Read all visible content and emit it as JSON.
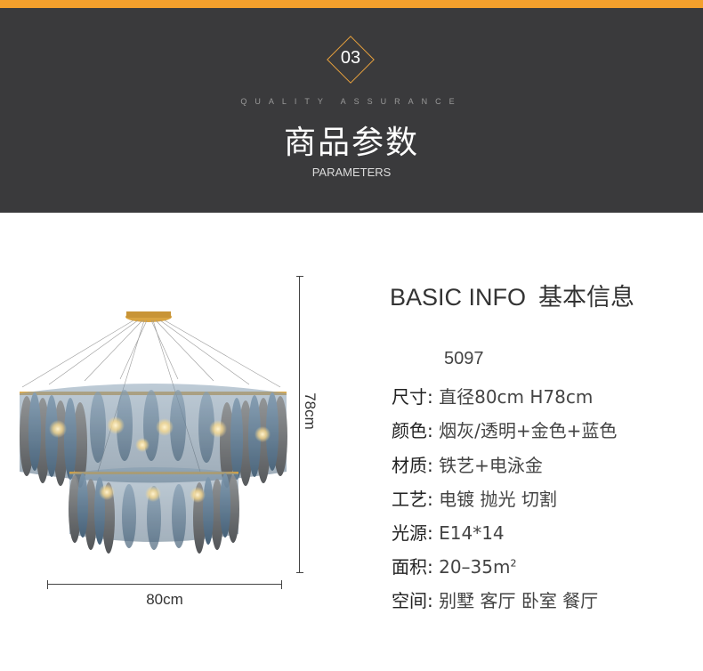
{
  "header": {
    "badge_number": "03",
    "quality_label": "QUALITY ASSURANCE",
    "title": "商品参数",
    "subtitle": "PARAMETERS"
  },
  "dimensions": {
    "height_label": "78cm",
    "width_label": "80cm"
  },
  "info": {
    "title_en": "BASIC INFO",
    "title_zh": "基本信息",
    "model": "5097",
    "specs": [
      {
        "key": "尺寸:",
        "value": "直径80cm H78cm"
      },
      {
        "key": "颜色:",
        "value": "烟灰/透明+金色+蓝色"
      },
      {
        "key": "材质:",
        "value": "铁艺+电泳金"
      },
      {
        "key": "工艺:",
        "value": "电镀 抛光 切割"
      },
      {
        "key": "光源:",
        "value": "E14*14"
      },
      {
        "key": "面积:",
        "value": "20–35m"
      },
      {
        "key": "空间:",
        "value": "别墅 客厅 卧室 餐厅"
      }
    ],
    "area_superscript": "2"
  },
  "colors": {
    "accent": "#f4a02c",
    "header_bg": "#3a3a3c",
    "glass_blue": "#5b7a95",
    "glass_smoke": "#6b6f72",
    "gold": "#d9a441"
  }
}
